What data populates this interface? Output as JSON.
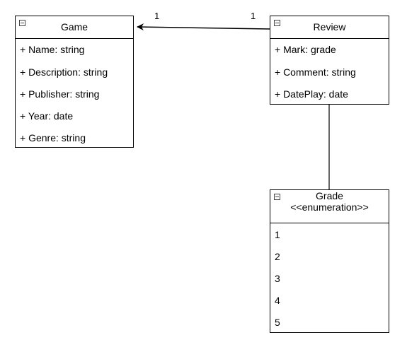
{
  "classes": {
    "game": {
      "name": "Game",
      "attributes": [
        "+ Name: string",
        "+ Description: string",
        "+ Publisher: string",
        "+ Year: date",
        "+ Genre: string"
      ]
    },
    "review": {
      "name": "Review",
      "attributes": [
        "+ Mark: grade",
        "+ Comment: string",
        "+ DatePlay: date"
      ]
    },
    "grade": {
      "name": "Grade",
      "stereotype": "<<enumeration>>",
      "values": [
        "1",
        "2",
        "3",
        "4",
        "5"
      ]
    }
  },
  "associations": {
    "review_to_game": {
      "multiplicity_game": "1",
      "multiplicity_review": "1"
    }
  }
}
